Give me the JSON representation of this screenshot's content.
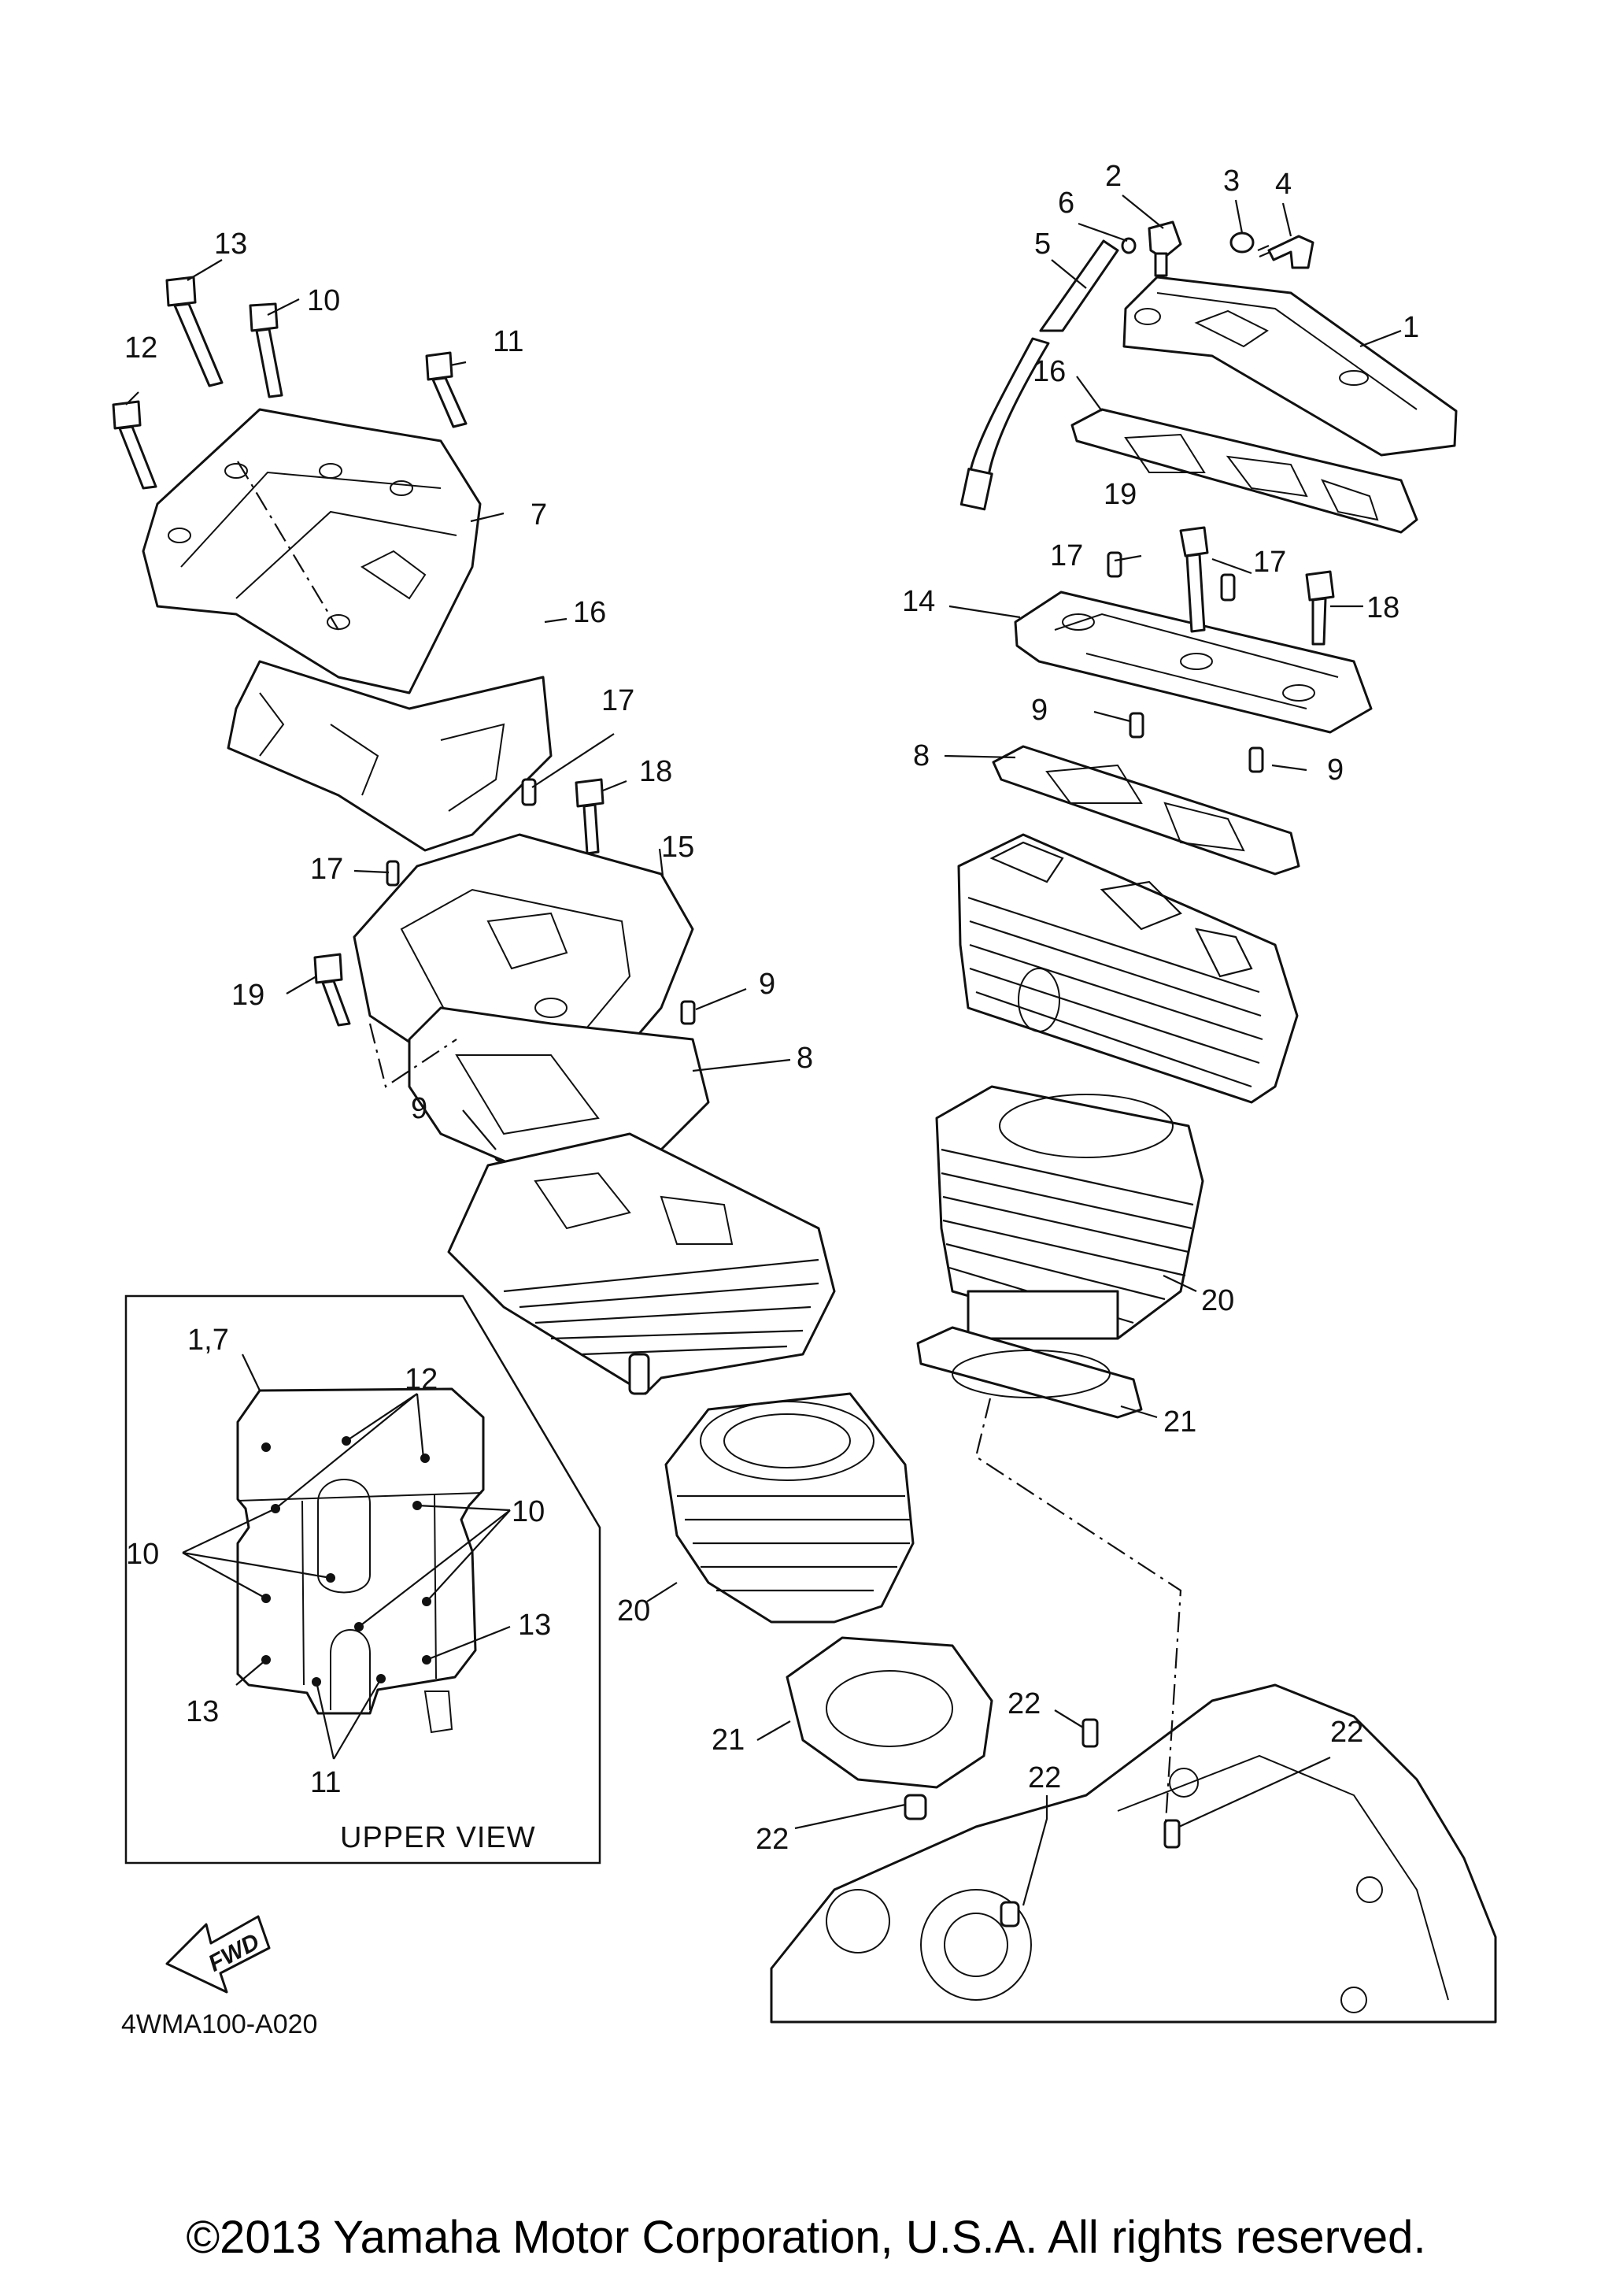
{
  "callouts": {
    "r1": "1",
    "r2": "2",
    "r3": "3",
    "r4": "4",
    "r5": "5",
    "r6": "6",
    "r16": "16",
    "r19": "19",
    "r17a": "17",
    "r17b": "17",
    "r18": "18",
    "r14": "14",
    "r9a": "9",
    "r8": "8",
    "r9b": "9",
    "r20": "20",
    "r21": "21",
    "l13": "13",
    "l10": "10",
    "l11": "11",
    "l12": "12",
    "l7": "7",
    "l16": "16",
    "l17a": "17",
    "l18": "18",
    "l15": "15",
    "l17b": "17",
    "l19": "19",
    "l9a": "9",
    "l8": "8",
    "l9b": "9",
    "l20": "20",
    "l21": "21",
    "c22a": "22",
    "c22b": "22",
    "c22c": "22",
    "c22d": "22"
  },
  "inset": {
    "title": "UPPER VIEW",
    "labels": {
      "i17": "1,7",
      "i12": "12",
      "i10a": "10",
      "i10b": "10",
      "i13a": "13",
      "i13b": "13",
      "i11": "11"
    }
  },
  "fwd_label": "FWD",
  "diagram_code": "4WMA100-A020",
  "copyright": "©2013 Yamaha Motor Corporation, U.S.A. All rights reserved."
}
